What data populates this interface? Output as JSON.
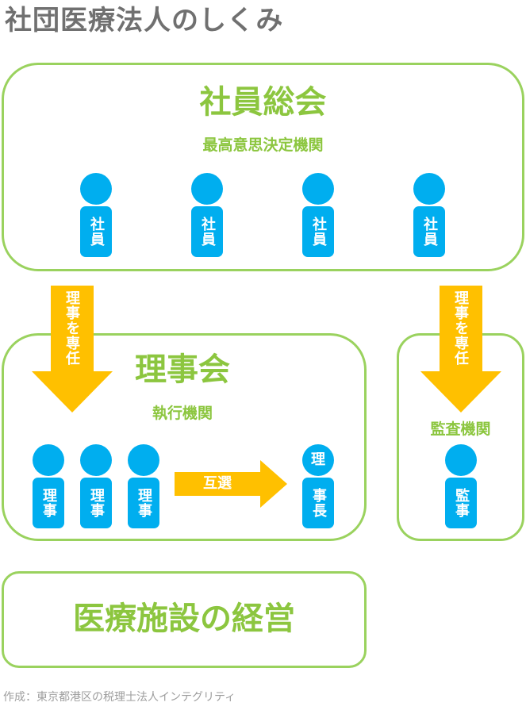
{
  "title": "社団医療法人のしくみ",
  "general_meeting": {
    "name": "社員総会",
    "role": "最高意思決定機関",
    "members": [
      "社員",
      "社員",
      "社員",
      "社員"
    ]
  },
  "board": {
    "name": "理事会",
    "role": "執行機関",
    "members": [
      "理事",
      "理事",
      "理事"
    ],
    "election_label": "互選",
    "chair_head": "理",
    "chair_body": "事長"
  },
  "auditor": {
    "role": "監査機関",
    "member": "監事"
  },
  "appoint_left": "理事を専任",
  "appoint_right": "理事を専任",
  "operation": "医療施設の経営",
  "footer": "作成：東京都港区の税理士法人インテグリティ",
  "colors": {
    "green": "#8cc63f",
    "border_green": "#9ad25e",
    "blue": "#00aeef",
    "arrow": "#ffc000",
    "title_gray": "#707070"
  }
}
